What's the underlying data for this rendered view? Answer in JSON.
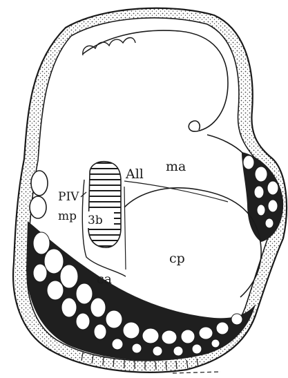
{
  "labels": {
    "all": "All",
    "ma": "ma",
    "piv": "PIV",
    "mp": "mp",
    "b3": "3b",
    "cp": "cp",
    "ca": "ca"
  },
  "colors": {
    "ink": "#1a1a1a",
    "stipple": "#444444",
    "paper": "#ffffff"
  }
}
